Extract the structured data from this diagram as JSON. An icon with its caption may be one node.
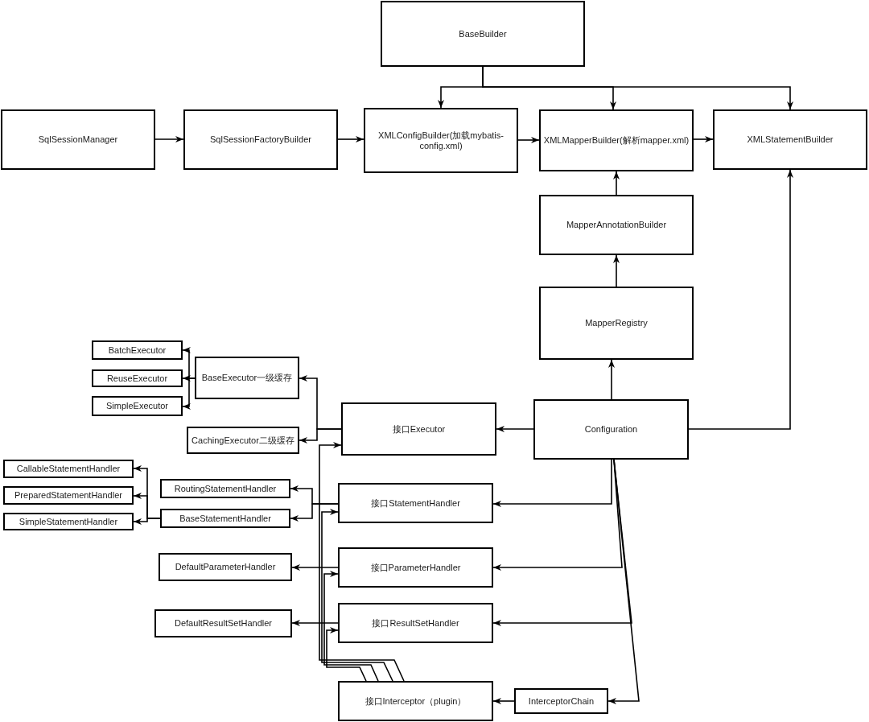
{
  "diagram": {
    "nodes": [
      {
        "text": [
          "BaseBuilder"
        ]
      },
      {
        "text": [
          "SqlSessionManager"
        ]
      },
      {
        "text": [
          "SqlSessionFactoryBuilder"
        ]
      },
      {
        "text": [
          "XMLConfigBuilder(加载mybatis-config.xml)"
        ]
      },
      {
        "text": [
          "XMLMapperBuilder(解析mapper.xml)"
        ]
      },
      {
        "text": [
          "XMLStatementBuilder"
        ]
      },
      {
        "text": [
          "MapperAnnotationBuilder"
        ]
      },
      {
        "text": [
          "MapperRegistry"
        ]
      },
      {
        "text": [
          "BatchExecutor"
        ]
      },
      {
        "text": [
          "ReuseExecutor"
        ]
      },
      {
        "text": [
          "SimpleExecutor"
        ]
      },
      {
        "text": [
          "BaseExecutor一级缓存"
        ]
      },
      {
        "text": [
          "CachingExecutor二级缓存"
        ]
      },
      {
        "text": [
          "接口Executor"
        ]
      },
      {
        "text": [
          "Configuration"
        ]
      },
      {
        "text": [
          "CallableStatementHandler"
        ]
      },
      {
        "text": [
          "PreparedStatementHandler"
        ]
      },
      {
        "text": [
          "SimpleStatementHandler"
        ]
      },
      {
        "text": [
          "RoutingStatementHandler"
        ]
      },
      {
        "text": [
          "BaseStatementHandler"
        ]
      },
      {
        "text": [
          "接口StatementHandler"
        ]
      },
      {
        "text": [
          "DefaultParameterHandler"
        ]
      },
      {
        "text": [
          "接口ParameterHandler"
        ]
      },
      {
        "text": [
          "DefaultResultSetHandler"
        ]
      },
      {
        "text": [
          "接口ResultSetHandler"
        ]
      },
      {
        "text": [
          "接口Interceptor（plugin）"
        ]
      },
      {
        "text": [
          "InterceptorChain"
        ]
      }
    ],
    "edges": [
      {
        "from": 0,
        "to": 3,
        "arrow": "to"
      },
      {
        "from": 0,
        "to": 4,
        "arrow": "to"
      },
      {
        "from": 0,
        "to": 5,
        "arrow": "to"
      },
      {
        "from": 1,
        "to": 2,
        "arrow": "to"
      },
      {
        "from": 2,
        "to": 3,
        "arrow": "to"
      },
      {
        "from": 3,
        "to": 4,
        "arrow": "to"
      },
      {
        "from": 4,
        "to": 5,
        "arrow": "to"
      },
      {
        "from": 6,
        "to": 4,
        "arrow": "to"
      },
      {
        "from": 7,
        "to": 6,
        "arrow": "to"
      },
      {
        "from": 14,
        "to": 7,
        "arrow": "to"
      },
      {
        "from": 14,
        "to": 5,
        "arrow": "to"
      },
      {
        "from": 14,
        "to": 13,
        "arrow": "to"
      },
      {
        "from": 14,
        "to": 20,
        "arrow": "to"
      },
      {
        "from": 14,
        "to": 22,
        "arrow": "to"
      },
      {
        "from": 14,
        "to": 24,
        "arrow": "to"
      },
      {
        "from": 14,
        "to": 26,
        "arrow": "to"
      },
      {
        "from": 26,
        "to": 25,
        "arrow": "to"
      },
      {
        "from": 11,
        "to": 8,
        "arrow": "to"
      },
      {
        "from": 11,
        "to": 9,
        "arrow": "to"
      },
      {
        "from": 11,
        "to": 10,
        "arrow": "to"
      },
      {
        "from": 13,
        "to": 11,
        "arrow": "to"
      },
      {
        "from": 13,
        "to": 12,
        "arrow": "to"
      },
      {
        "from": 19,
        "to": 15,
        "arrow": "to"
      },
      {
        "from": 19,
        "to": 16,
        "arrow": "to"
      },
      {
        "from": 19,
        "to": 17,
        "arrow": "to"
      },
      {
        "from": 20,
        "to": 18,
        "arrow": "to"
      },
      {
        "from": 20,
        "to": 19,
        "arrow": "to"
      },
      {
        "from": 22,
        "to": 21,
        "arrow": "to"
      },
      {
        "from": 24,
        "to": 23,
        "arrow": "to"
      },
      {
        "from": 25,
        "to": 13,
        "arrow": "to"
      },
      {
        "from": 25,
        "to": 20,
        "arrow": "to"
      },
      {
        "from": 25,
        "to": 22,
        "arrow": "to"
      },
      {
        "from": 25,
        "to": 24,
        "arrow": "to"
      }
    ]
  }
}
